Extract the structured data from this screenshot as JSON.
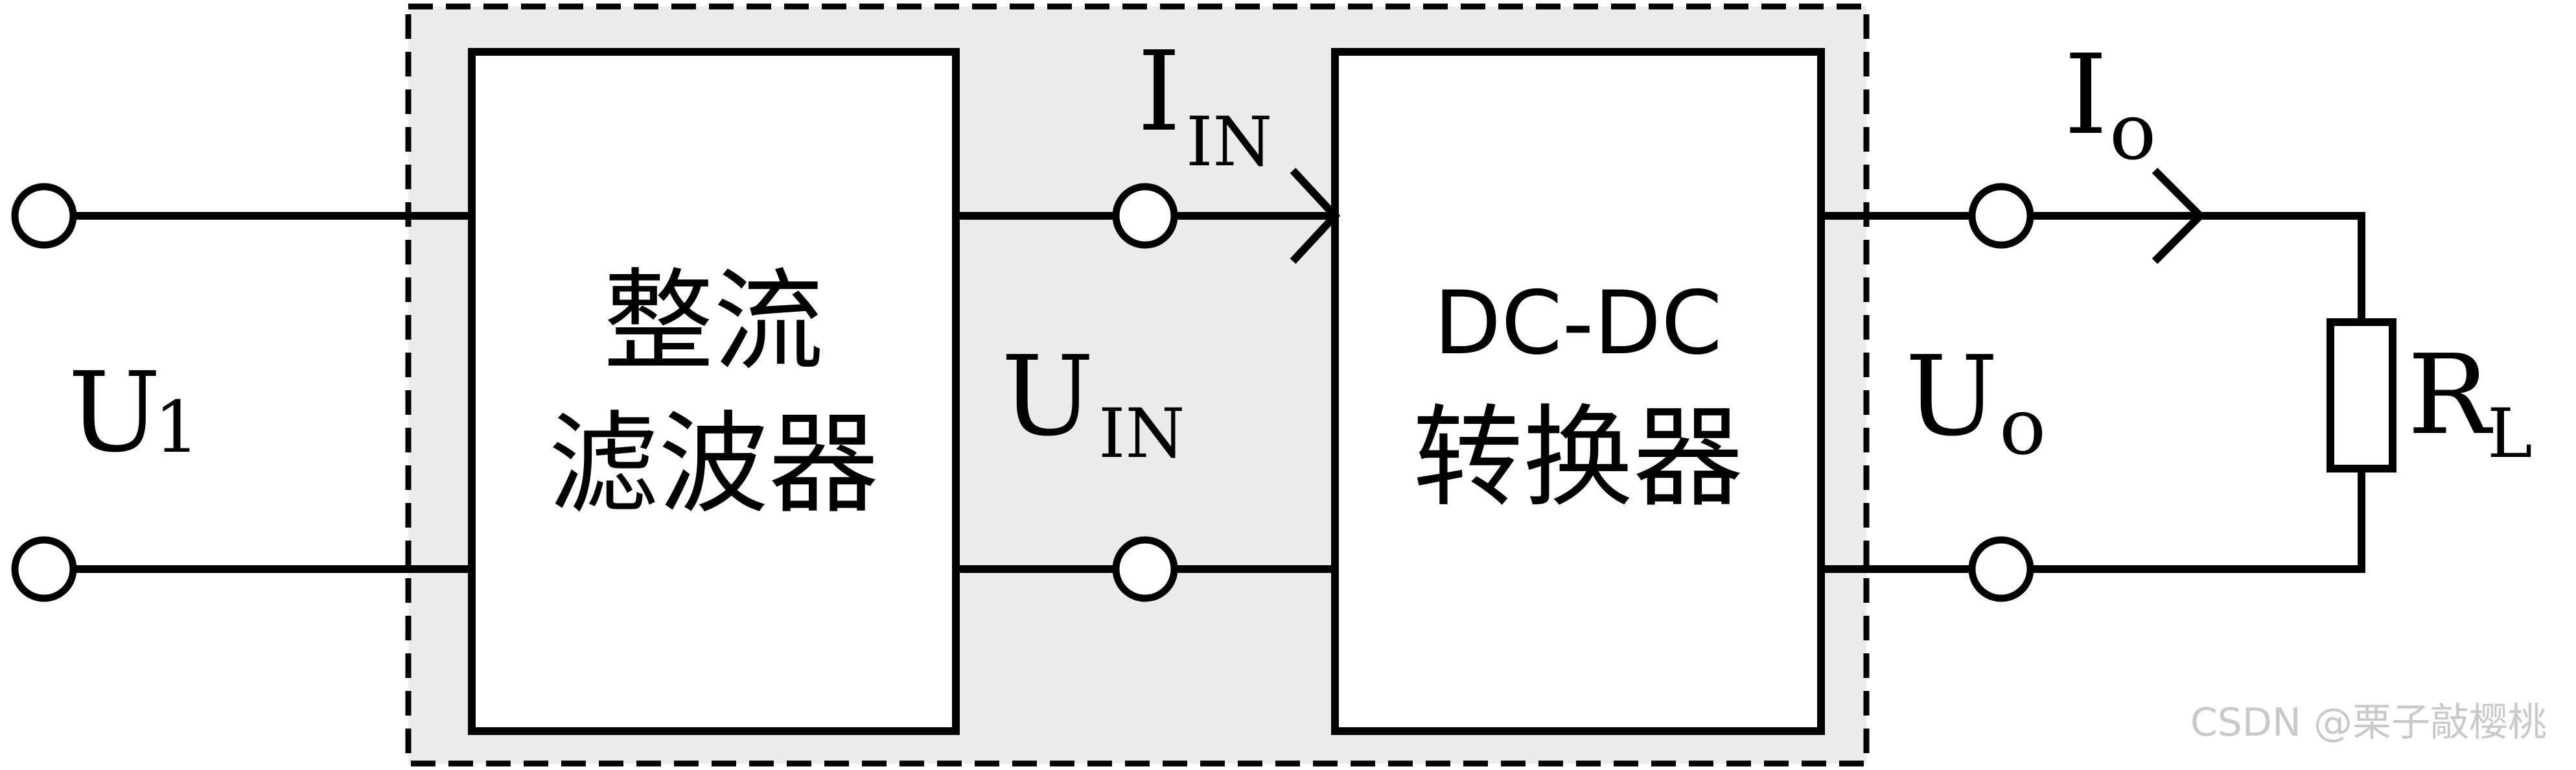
{
  "diagram": {
    "input_label": "U",
    "input_sub": "1",
    "rectifier": {
      "line1": "整流",
      "line2": "滤波器"
    },
    "converter": {
      "line1": "DC-DC",
      "line2": "转换器"
    },
    "i_in_label": "I",
    "i_in_sub": "IN",
    "u_in_label": "U",
    "u_in_sub": "IN",
    "u_o_label": "U",
    "u_o_sub": "o",
    "i_o_label": "I",
    "i_o_sub": "o",
    "load_label": "R",
    "load_sub": "L"
  },
  "watermark": "CSDN @栗子敲樱桃",
  "colors": {
    "enclosure_fill": "#ebebeb",
    "line": "#000000",
    "watermark": "#c9c9c9"
  }
}
